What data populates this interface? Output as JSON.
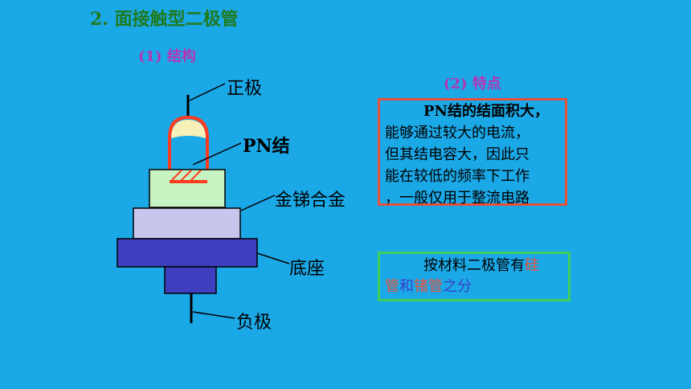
{
  "title": "2.  面接触型二极管",
  "structure": {
    "heading": "(1)  结构"
  },
  "labels": {
    "anode": "正极",
    "pn": "PN结",
    "alloy": "金锑合金",
    "base": "底座",
    "cathode": "负极"
  },
  "features": {
    "heading": "(2)  特点",
    "lines": [
      "PN结的结面积大，",
      "能够通过较大的电流，",
      "但其结电容大，因此只",
      "能在较低的频率下工作",
      "，一般仅用于整流电路"
    ]
  },
  "material": {
    "prefix": "按材料二极管有",
    "si1": "硅",
    "si2": "管",
    "and": "和",
    "ge": "锗管",
    "suffix": "之分"
  },
  "colors": {
    "background": "#1ba8e6",
    "title": "#1f7a1f",
    "heading": "#b534b5",
    "red": "#e8503a",
    "green_border": "#3fcf5a",
    "blue_text": "#3b40cc"
  }
}
